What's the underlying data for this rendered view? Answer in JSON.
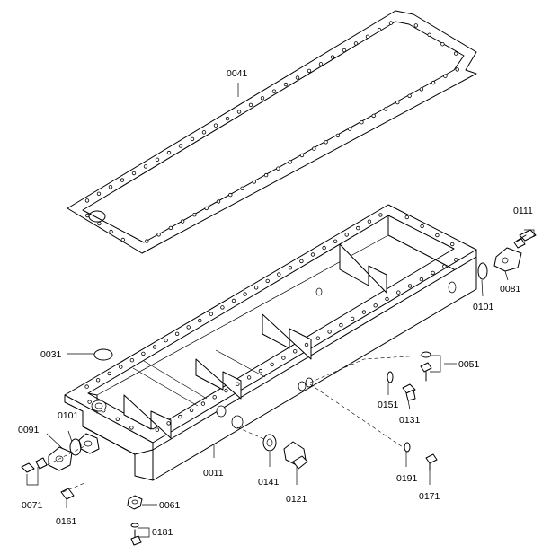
{
  "parts": [
    {
      "id": "gasket",
      "label": "0041"
    },
    {
      "id": "oil-pan",
      "label": "0011"
    },
    {
      "id": "o-ring-top",
      "label": "0031"
    },
    {
      "id": "bolt-0051",
      "label": "0051"
    },
    {
      "id": "bolt-0061",
      "label": "0061"
    },
    {
      "id": "nut-0071",
      "label": "0071"
    },
    {
      "id": "cover-plate",
      "label": "0081"
    },
    {
      "id": "o-ring-0091",
      "label": "0091"
    },
    {
      "id": "o-ring-0101-left",
      "label": "0101"
    },
    {
      "id": "o-ring-0101-right",
      "label": "0101"
    },
    {
      "id": "bolt-0111",
      "label": "0111"
    },
    {
      "id": "bolt-0121",
      "label": "0121"
    },
    {
      "id": "drain-plug",
      "label": "0131"
    },
    {
      "id": "washer-0141",
      "label": "0141"
    },
    {
      "id": "plug-0151",
      "label": "0151"
    },
    {
      "id": "washer-0161",
      "label": "0161"
    },
    {
      "id": "plug-0171",
      "label": "0171"
    },
    {
      "id": "plug-0181",
      "label": "0181"
    },
    {
      "id": "washer-0191",
      "label": "0191"
    }
  ]
}
